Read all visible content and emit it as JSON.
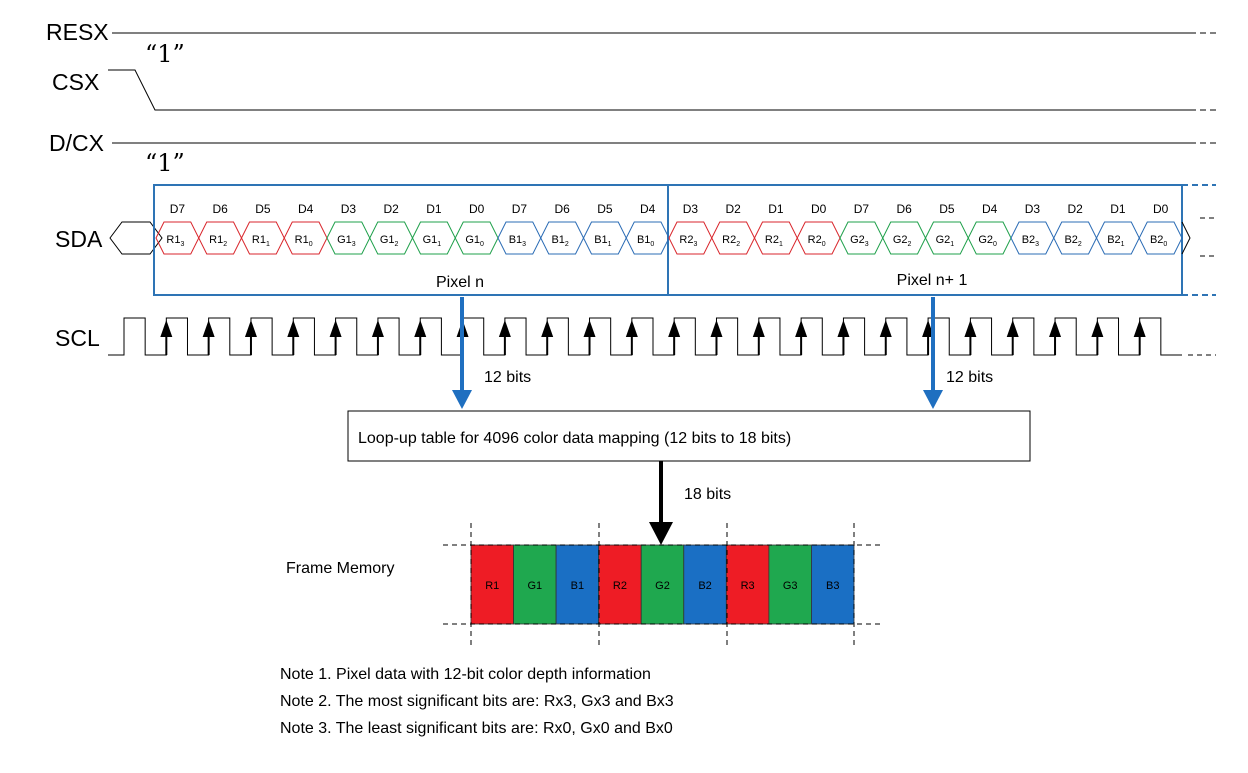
{
  "signals": {
    "resx": "RESX",
    "csx": "CSX",
    "dcx": "D/CX",
    "sda": "SDA",
    "scl": "SCL",
    "resx_value": "“1”",
    "dcx_value": "“1”"
  },
  "sda_bits": [
    {
      "d": "D7",
      "name": "R1",
      "sub": "3",
      "color": "#d9262c"
    },
    {
      "d": "D6",
      "name": "R1",
      "sub": "2",
      "color": "#d9262c"
    },
    {
      "d": "D5",
      "name": "R1",
      "sub": "1",
      "color": "#d9262c"
    },
    {
      "d": "D4",
      "name": "R1",
      "sub": "0",
      "color": "#d9262c"
    },
    {
      "d": "D3",
      "name": "G1",
      "sub": "3",
      "color": "#1fa04b"
    },
    {
      "d": "D2",
      "name": "G1",
      "sub": "2",
      "color": "#1fa04b"
    },
    {
      "d": "D1",
      "name": "G1",
      "sub": "1",
      "color": "#1fa04b"
    },
    {
      "d": "D0",
      "name": "G1",
      "sub": "0",
      "color": "#1fa04b"
    },
    {
      "d": "D7",
      "name": "B1",
      "sub": "3",
      "color": "#2b6cb5"
    },
    {
      "d": "D6",
      "name": "B1",
      "sub": "2",
      "color": "#2b6cb5"
    },
    {
      "d": "D5",
      "name": "B1",
      "sub": "1",
      "color": "#2b6cb5"
    },
    {
      "d": "D4",
      "name": "B1",
      "sub": "0",
      "color": "#2b6cb5"
    },
    {
      "d": "D3",
      "name": "R2",
      "sub": "3",
      "color": "#d9262c"
    },
    {
      "d": "D2",
      "name": "R2",
      "sub": "2",
      "color": "#d9262c"
    },
    {
      "d": "D1",
      "name": "R2",
      "sub": "1",
      "color": "#d9262c"
    },
    {
      "d": "D0",
      "name": "R2",
      "sub": "0",
      "color": "#d9262c"
    },
    {
      "d": "D7",
      "name": "G2",
      "sub": "3",
      "color": "#1fa04b"
    },
    {
      "d": "D6",
      "name": "G2",
      "sub": "2",
      "color": "#1fa04b"
    },
    {
      "d": "D5",
      "name": "G2",
      "sub": "1",
      "color": "#1fa04b"
    },
    {
      "d": "D4",
      "name": "G2",
      "sub": "0",
      "color": "#1fa04b"
    },
    {
      "d": "D3",
      "name": "B2",
      "sub": "3",
      "color": "#2b6cb5"
    },
    {
      "d": "D2",
      "name": "B2",
      "sub": "2",
      "color": "#2b6cb5"
    },
    {
      "d": "D1",
      "name": "B2",
      "sub": "1",
      "color": "#2b6cb5"
    },
    {
      "d": "D0",
      "name": "B2",
      "sub": "0",
      "color": "#2b6cb5"
    }
  ],
  "pixels": {
    "pixel_n": "Pixel n",
    "pixel_n1": "Pixel n+ 1"
  },
  "arrows": {
    "left_label": "12 bits",
    "right_label": "12 bits",
    "down_label": "18 bits"
  },
  "lut": {
    "label": "Loop-up table for 4096 color data mapping (12 bits to 18 bits)"
  },
  "frame_memory": {
    "label": "Frame Memory",
    "cells": [
      {
        "label": "R1",
        "color": "#ee1c25"
      },
      {
        "label": "G1",
        "color": "#1fa84f"
      },
      {
        "label": "B1",
        "color": "#1a6fc4"
      },
      {
        "label": "R2",
        "color": "#ee1c25"
      },
      {
        "label": "G2",
        "color": "#1fa84f"
      },
      {
        "label": "B2",
        "color": "#1a6fc4"
      },
      {
        "label": "R3",
        "color": "#ee1c25"
      },
      {
        "label": "G3",
        "color": "#1fa84f"
      },
      {
        "label": "B3",
        "color": "#1a6fc4"
      }
    ]
  },
  "notes": [
    "Note 1. Pixel data with 12-bit color depth information",
    "Note 2. The most significant bits are: Rx3, Gx3 and Bx3",
    "Note 3. The least significant bits are: Rx0, Gx0 and Bx0"
  ],
  "colors": {
    "box_border": "#2e74b5",
    "arrow_blue": "#1f6fc0",
    "red": "#d9262c",
    "green": "#1fa04b",
    "blue": "#2b6cb5"
  }
}
